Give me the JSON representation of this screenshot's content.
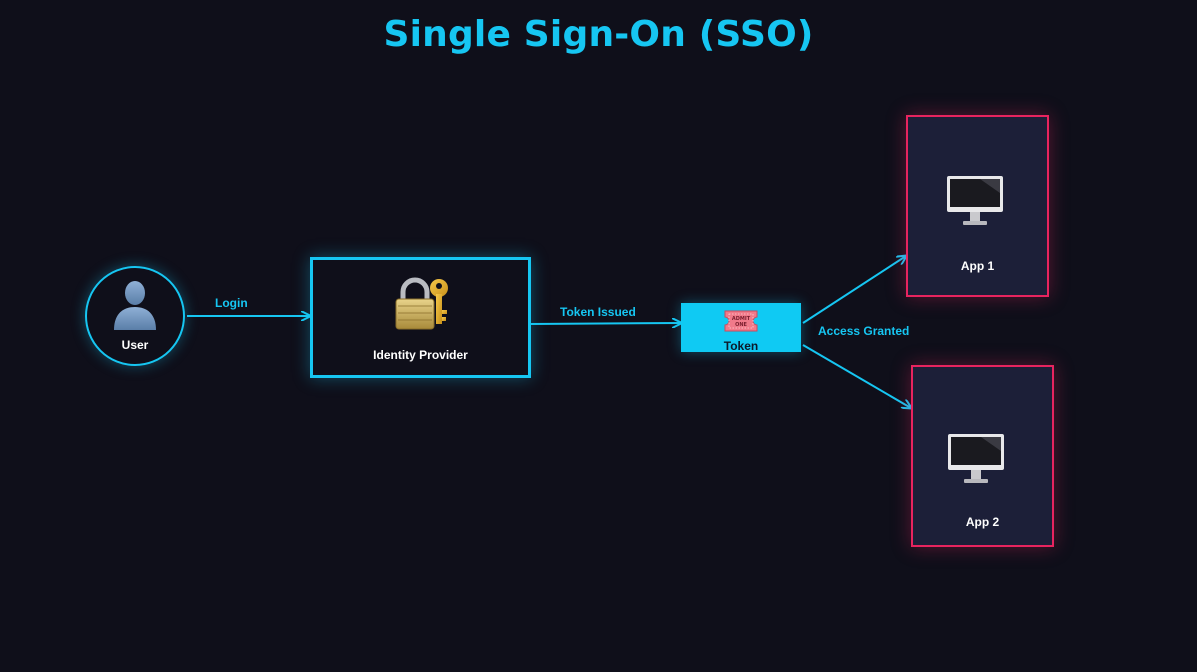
{
  "title": "Single Sign-On (SSO)",
  "colors": {
    "background": "#0f0f1a",
    "accent": "#16c6f2",
    "app_border": "#e8245f",
    "app_fill": "#1c1f38",
    "token_fill": "#0fcaf3"
  },
  "nodes": {
    "user": {
      "label": "User",
      "icon": "user-silhouette-icon"
    },
    "idp": {
      "label": "Identity Provider",
      "icon": "lock-with-key-icon"
    },
    "token": {
      "label": "Token",
      "icon": "admit-one-ticket-icon",
      "ticket_text_1": "ADMIT",
      "ticket_text_2": "ONE"
    },
    "app1": {
      "label": "App 1",
      "icon": "desktop-computer-icon"
    },
    "app2": {
      "label": "App 2",
      "icon": "desktop-computer-icon"
    }
  },
  "edges": {
    "login": "Login",
    "token_issued": "Token Issued",
    "access_granted": "Access Granted"
  }
}
